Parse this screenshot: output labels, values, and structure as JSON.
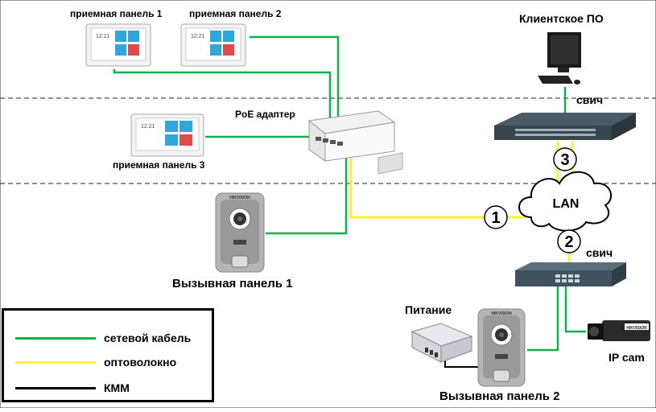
{
  "labels": {
    "panel1": "приемная панель 1",
    "panel2": "приемная панель 2",
    "panel3": "приемная панель 3",
    "poe": "PoE адаптер",
    "client": "Клиентское ПО",
    "switch_top": "свич",
    "switch_bottom": "свич",
    "lan": "LAN",
    "call_panel_1": "Вызывная панель 1",
    "call_panel_2": "Вызывная панель 2",
    "power": "Питание",
    "ipcam": "IP cam",
    "brand": "HIKVISION",
    "screen_time": "12:21"
  },
  "markers": [
    "1",
    "2",
    "3"
  ],
  "legend": [
    {
      "label": "сетевой кабель",
      "color": "#10b04a"
    },
    {
      "label": "оптоволокно",
      "color": "#f7f238"
    },
    {
      "label": "КММ",
      "color": "#000000"
    }
  ],
  "colors": {
    "network_cable": "#10b04a",
    "fiber": "#f7f238",
    "kmm": "#000000",
    "tile_blue": "#2fa7dd",
    "tile_red": "#e04a4a"
  }
}
